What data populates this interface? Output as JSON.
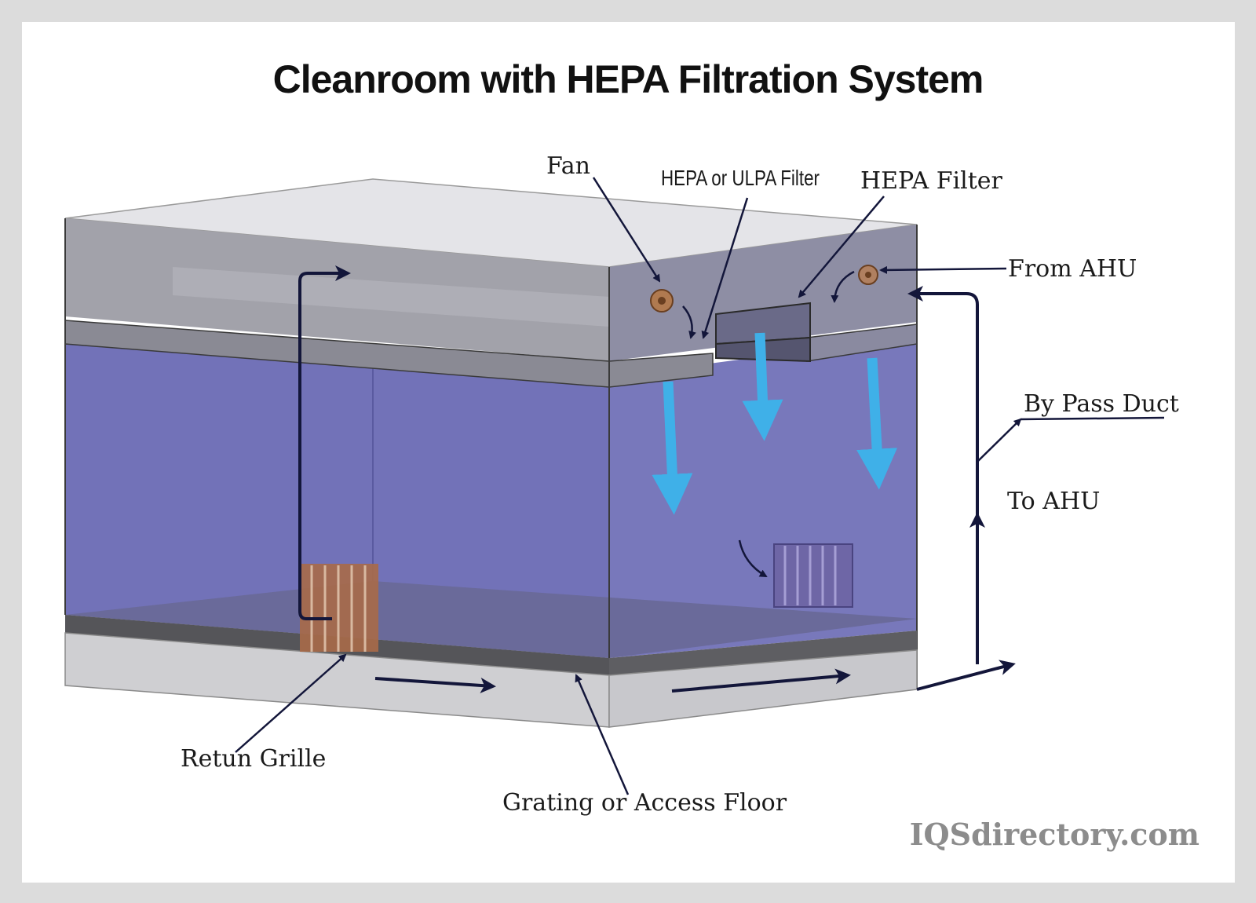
{
  "title": "Cleanroom with HEPA Filtration System",
  "labels": {
    "fan": "Fan",
    "hepa_ulpa": "HEPA or ULPA Filter",
    "hepa": "HEPA Filter",
    "from_ahu": "From AHU",
    "by_pass": "By Pass Duct",
    "to_ahu": "To AHU",
    "return_grille": "Retun Grille",
    "floor": "Grating or Access Floor"
  },
  "watermark": "IQSdirectory.com",
  "colors": {
    "room": "#7070b8",
    "plenum": "#9a9aa6",
    "floor_band": "#5a5a5e",
    "airflow": "#3fb0e8",
    "arrow": "#13163a",
    "grille": "#a86a48"
  }
}
